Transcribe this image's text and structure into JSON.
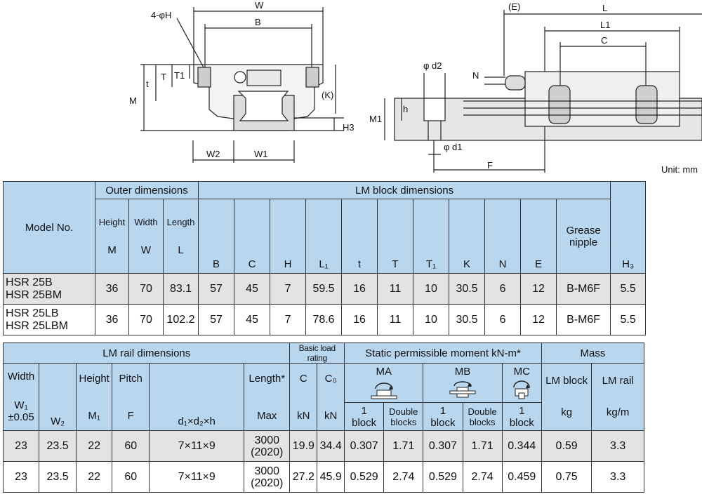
{
  "drawing": {
    "front": {
      "W": "W",
      "B": "B",
      "H": "4-φH",
      "t": "t",
      "T": "T",
      "T1": "T1",
      "M": "M",
      "K": "(K)",
      "H3": "H3",
      "W2": "W2",
      "W1": "W1"
    },
    "side": {
      "E": "(E)",
      "L": "L",
      "L1": "L1",
      "C": "C",
      "N": "N",
      "d2": "φ d2",
      "M1": "M1",
      "h": "h",
      "d1": "φ d1",
      "F": "F"
    },
    "unit": "Unit: mm"
  },
  "table1": {
    "model_header": "Model No.",
    "outer_header": "Outer dimensions",
    "block_header": "LM block dimensions",
    "cols": [
      {
        "top": "Height",
        "sym": "M"
      },
      {
        "top": "Width",
        "sym": "W"
      },
      {
        "top": "Length",
        "sym": "L"
      },
      {
        "top": "",
        "sym": "B"
      },
      {
        "top": "",
        "sym": "C"
      },
      {
        "top": "",
        "sym": "H"
      },
      {
        "top": "",
        "sym": "L₁"
      },
      {
        "top": "",
        "sym": "t"
      },
      {
        "top": "",
        "sym": "T"
      },
      {
        "top": "",
        "sym": "T₁"
      },
      {
        "top": "",
        "sym": "K"
      },
      {
        "top": "",
        "sym": "N"
      },
      {
        "top": "",
        "sym": "E"
      }
    ],
    "grease": "Grease nipple",
    "h3": "H₃",
    "rows": [
      {
        "model1": "HSR 25B",
        "model2": "HSR 25BM",
        "M": "36",
        "W": "70",
        "L": "83.1",
        "B": "57",
        "C": "45",
        "H": "7",
        "L1": "59.5",
        "t": "16",
        "T": "11",
        "T1": "10",
        "K": "30.5",
        "N": "6",
        "E": "12",
        "grease": "B-M6F",
        "H3": "5.5"
      },
      {
        "model1": "HSR 25LB",
        "model2": "HSR 25LBM",
        "M": "36",
        "W": "70",
        "L": "102.2",
        "B": "57",
        "C": "45",
        "H": "7",
        "L1": "78.6",
        "t": "16",
        "T": "11",
        "T1": "10",
        "K": "30.5",
        "N": "6",
        "E": "12",
        "grease": "B-M6F",
        "H3": "5.5"
      }
    ]
  },
  "table2": {
    "rail_header": "LM rail dimensions",
    "load_header": "Basic load rating",
    "moment_header": "Static permissible moment kN-m*",
    "mass_header": "Mass",
    "width": "Width",
    "w1": "W₁",
    "tol": "±0.05",
    "w2": "W₂",
    "height": "Height",
    "m1": "M₁",
    "pitch": "Pitch",
    "f": "F",
    "d": "d₁×d₂×h",
    "length": "Length*",
    "max": "Max",
    "c": "C",
    "c0": "C₀",
    "kn": "kN",
    "ma": "MA",
    "mb": "MB",
    "mc": "MC",
    "one": "1",
    "block": "block",
    "double": "Double",
    "blocks": "blocks",
    "lm_block": "LM block",
    "lm_rail": "LM rail",
    "kg": "kg",
    "kgm": "kg/m",
    "rows": [
      {
        "W1": "23",
        "W2": "23.5",
        "M1": "22",
        "F": "60",
        "d": "7×11×9",
        "len1": "3000",
        "len2": "(2020)",
        "C": "19.9",
        "C0": "34.4",
        "MA1": "0.307",
        "MA2": "1.71",
        "MB1": "0.307",
        "MB2": "1.71",
        "MC1": "0.344",
        "block": "0.59",
        "rail": "3.3"
      },
      {
        "W1": "23",
        "W2": "23.5",
        "M1": "22",
        "F": "60",
        "d": "7×11×9",
        "len1": "3000",
        "len2": "(2020)",
        "C": "27.2",
        "C0": "45.9",
        "MA1": "0.529",
        "MA2": "2.74",
        "MB1": "0.529",
        "MB2": "2.74",
        "MC1": "0.459",
        "block": "0.75",
        "rail": "3.3"
      }
    ]
  }
}
